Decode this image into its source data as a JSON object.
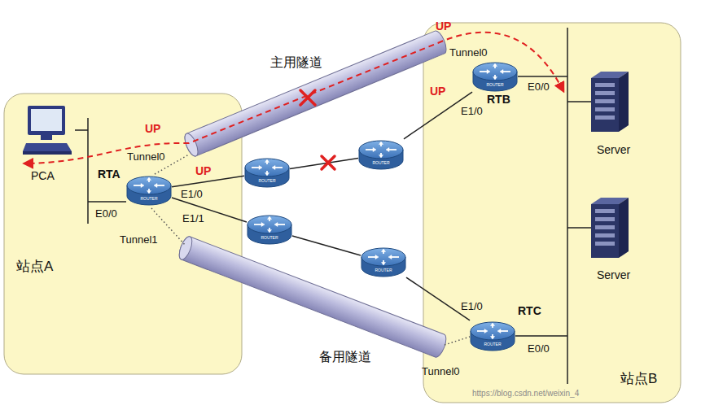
{
  "diagram": {
    "nodes": [
      {
        "text": [
          "站点A"
        ]
      },
      {
        "text": [
          "PCA"
        ],
        "in": 0
      },
      {
        "text": [
          "ROUTER",
          "RTA"
        ],
        "in": 0
      },
      {
        "text": [
          "站点B"
        ]
      },
      {
        "text": [
          "ROUTER",
          "RTB"
        ],
        "in": 3
      },
      {
        "text": [
          "ROUTER",
          "RTC"
        ],
        "in": 3
      },
      {
        "text": [
          "Server"
        ],
        "in": 3
      },
      {
        "text": [
          "Server"
        ],
        "in": 3
      },
      {
        "text": [
          "ROUTER"
        ]
      },
      {
        "text": [
          "ROUTER"
        ]
      },
      {
        "text": [
          "ROUTER"
        ]
      },
      {
        "text": [
          "ROUTER"
        ]
      }
    ],
    "edges": [
      {
        "from": 2,
        "to": 8,
        "arrow": "none"
      },
      {
        "from": 8,
        "to": 9,
        "arrow": "none"
      },
      {
        "from": 9,
        "to": 4,
        "arrow": "none"
      },
      {
        "from": 2,
        "to": 10,
        "arrow": "none"
      },
      {
        "from": 10,
        "to": 11,
        "arrow": "none"
      },
      {
        "from": 11,
        "to": 5,
        "arrow": "none"
      }
    ],
    "labels": [
      "主用隧道",
      "UP",
      "Tunnel0",
      "UP",
      "E1/0",
      "E0/0",
      "UP",
      "Tunnel0",
      "UP",
      "E1/0",
      "E0/0",
      "E1/1",
      "Tunnel1",
      "E1/0",
      "E0/0",
      "备用隧道",
      "Tunnel0",
      "https://blog.csdn.net/weixin_4"
    ]
  }
}
